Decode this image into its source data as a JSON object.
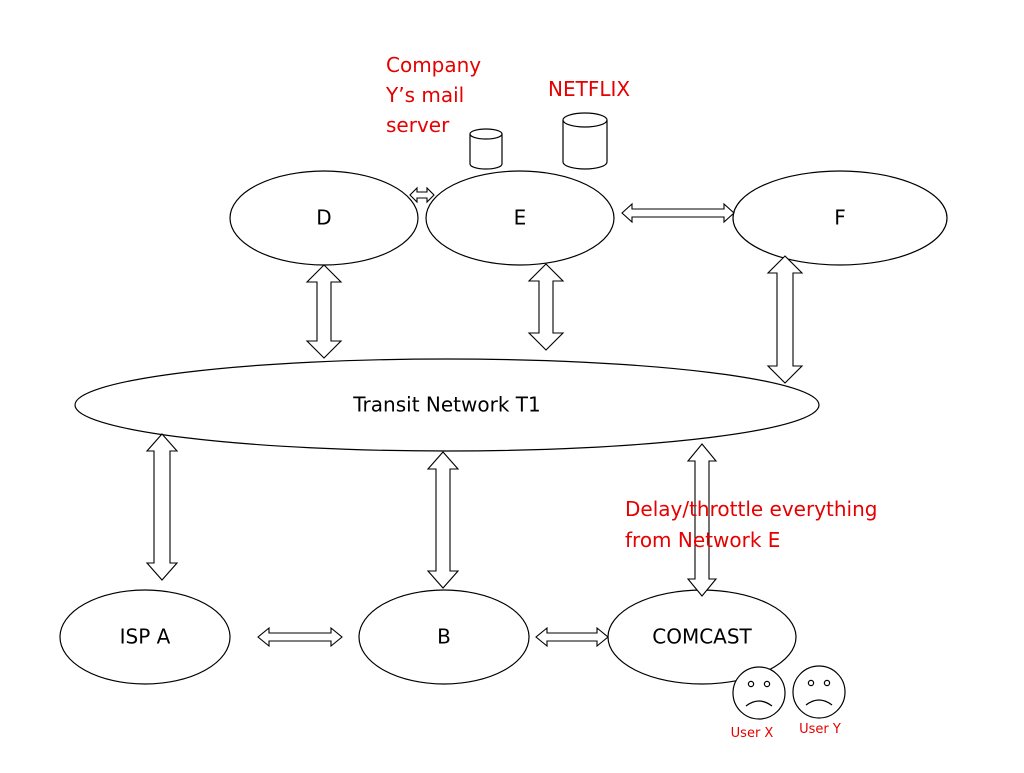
{
  "diagram": {
    "nodes": {
      "D": {
        "label": "D"
      },
      "E": {
        "label": "E"
      },
      "F": {
        "label": "F"
      },
      "T1": {
        "label": "Transit Network T1"
      },
      "A": {
        "label": "ISP A"
      },
      "B": {
        "label": "B"
      },
      "C": {
        "label": "COMCAST"
      }
    },
    "annotations": {
      "mail_server": [
        "Company",
        "Y’s mail",
        "server"
      ],
      "netflix": "NETFLIX",
      "throttle": [
        "Delay/throttle everything",
        "from Network E"
      ],
      "user_x": "User X",
      "user_y": "User Y"
    },
    "edges": [
      {
        "from": "D",
        "to": "E",
        "type": "bidirectional"
      },
      {
        "from": "E",
        "to": "F",
        "type": "bidirectional"
      },
      {
        "from": "D",
        "to": "T1",
        "type": "bidirectional"
      },
      {
        "from": "E",
        "to": "T1",
        "type": "bidirectional"
      },
      {
        "from": "F",
        "to": "T1",
        "type": "bidirectional"
      },
      {
        "from": "T1",
        "to": "A",
        "type": "bidirectional"
      },
      {
        "from": "T1",
        "to": "B",
        "type": "bidirectional"
      },
      {
        "from": "T1",
        "to": "C",
        "type": "bidirectional"
      },
      {
        "from": "A",
        "to": "B",
        "type": "bidirectional"
      },
      {
        "from": "B",
        "to": "C",
        "type": "bidirectional"
      }
    ],
    "colors": {
      "annotation": "#e60000",
      "stroke": "#000000"
    }
  }
}
